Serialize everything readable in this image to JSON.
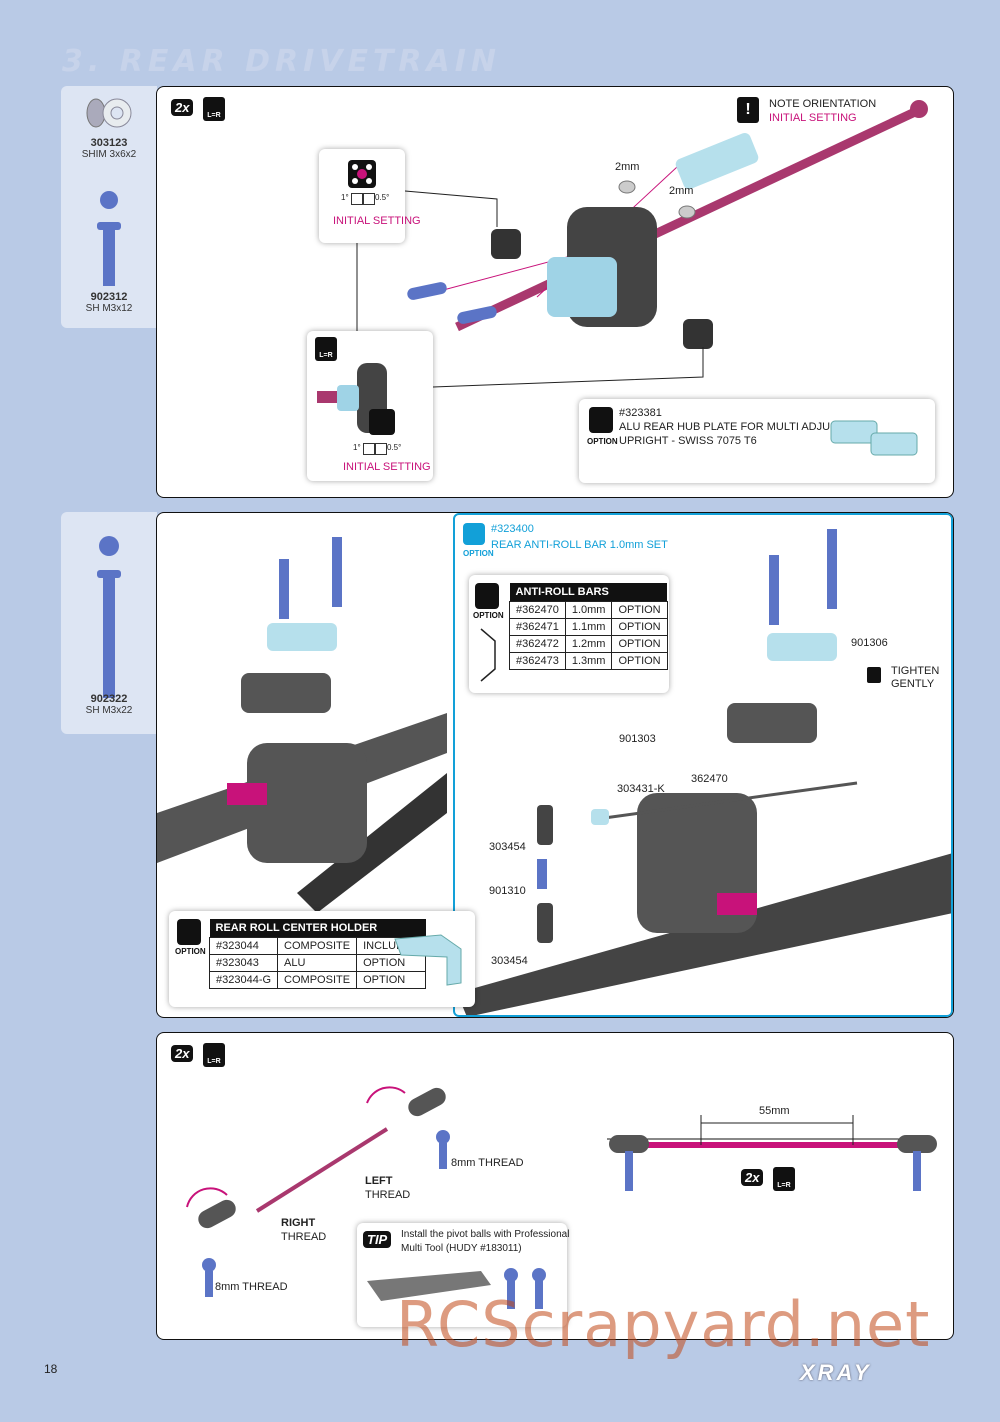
{
  "page": {
    "title": "3. REAR DRIVETRAIN",
    "page_number": "18",
    "brand": "XRAY",
    "watermark": "RCScrapyard.net"
  },
  "side1": {
    "parts": [
      {
        "num": "303123",
        "desc": "SHIM 3x6x2"
      },
      {
        "num": "902312",
        "desc": "SH M3x12"
      }
    ]
  },
  "side2": {
    "parts": [
      {
        "num": "902322",
        "desc": "SH M3x22"
      }
    ]
  },
  "step1": {
    "qty": "2x",
    "lr": "L=R",
    "note": "NOTE ORIENTATION",
    "note_sub": "INITIAL SETTING",
    "dim_a": "2mm",
    "dim_b": "2mm",
    "callout_top": {
      "left": "1°",
      "right": "0.5°",
      "label": "INITIAL SETTING"
    },
    "callout_bottom": {
      "left": "1°",
      "right": "0.5°",
      "label": "INITIAL SETTING"
    },
    "option": {
      "code": "#323381",
      "line1": "ALU REAR HUB PLATE FOR MULTI ADJUSTABLE",
      "line2": "UPRIGHT - SWISS 7075 T6",
      "tag": "OPTION"
    }
  },
  "step2": {
    "set_code": "#323400",
    "set_name": "REAR ANTI-ROLL BAR 1.0mm SET",
    "set_tag": "OPTION",
    "arb_table": {
      "header": "ANTI-ROLL BARS",
      "tag": "OPTION",
      "rows": [
        [
          "#362470",
          "1.0mm",
          "OPTION"
        ],
        [
          "#362471",
          "1.1mm",
          "OPTION"
        ],
        [
          "#362472",
          "1.2mm",
          "OPTION"
        ],
        [
          "#362473",
          "1.3mm",
          "OPTION"
        ]
      ]
    },
    "rc_table": {
      "header": "REAR ROLL CENTER HOLDER",
      "tag": "OPTION",
      "rows": [
        [
          "#323044",
          "COMPOSITE",
          "INCLUDED"
        ],
        [
          "#323043",
          "ALU",
          "OPTION"
        ],
        [
          "#323044-G",
          "COMPOSITE",
          "OPTION"
        ]
      ]
    },
    "labels": {
      "p901306": "901306",
      "tighten": "TIGHTEN",
      "gently": "GENTLY",
      "p901303": "901303",
      "p362470": "362470",
      "p303431k": "303431-K",
      "p303454a": "303454",
      "p901310": "901310",
      "p303454b": "303454"
    }
  },
  "step3": {
    "qty": "2x",
    "lr": "L=R",
    "thread_8mm_a": "8mm THREAD",
    "thread_8mm_b": "8mm THREAD",
    "left": "LEFT",
    "left_thread": "THREAD",
    "right": "RIGHT",
    "right_thread": "THREAD",
    "length": "55mm",
    "qty2": "2x",
    "lr2": "L=R",
    "tip_tag": "TIP",
    "tip_line1": "Install the pivot balls with Professional",
    "tip_line2": "Multi Tool (HUDY #183011)"
  },
  "colors": {
    "background": "#b9cae6",
    "accent": "#c8127a",
    "screw": "#5b74c6",
    "alu": "#9fd3e6"
  }
}
